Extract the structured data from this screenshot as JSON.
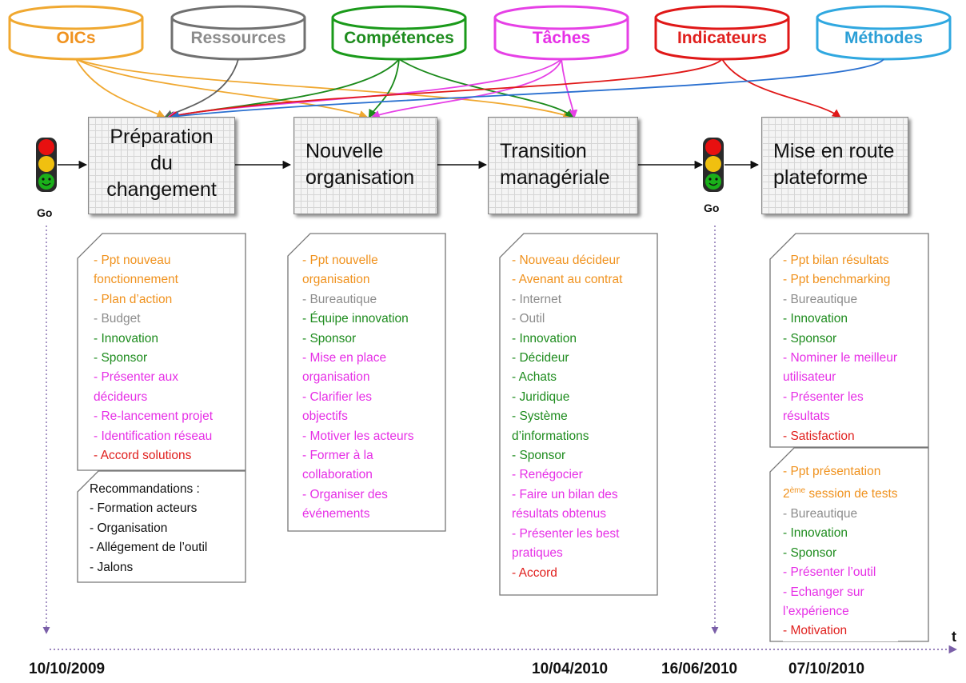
{
  "colors": {
    "orange": "#f0921e",
    "gray": "#8c8c8c",
    "green": "#1e8c1e",
    "magenta": "#e62fe6",
    "red": "#e0201e",
    "blue": "#2b9fd6",
    "black": "#111111"
  },
  "sources": [
    {
      "label": "OICs",
      "color": "#f0a830"
    },
    {
      "label": "Ressources",
      "color": "#707070"
    },
    {
      "label": "Compétences",
      "color": "#1a9a1a"
    },
    {
      "label": "Tâches",
      "color": "#e640e6"
    },
    {
      "label": "Indicateurs",
      "color": "#e01818"
    },
    {
      "label": "Méthodes",
      "color": "#30a8e0"
    }
  ],
  "phases": [
    {
      "lines": [
        "Préparation",
        "du",
        "changement"
      ],
      "align": "center"
    },
    {
      "lines": [
        "Nouvelle",
        "organisation"
      ],
      "align": "left"
    },
    {
      "lines": [
        "Transition",
        "managériale"
      ],
      "align": "left"
    },
    {
      "lines": [
        "Mise en route",
        "plateforme"
      ],
      "align": "left"
    }
  ],
  "go_labels": [
    "Go",
    "Go"
  ],
  "cards": [
    {
      "lines": [
        {
          "t": "- Ppt nouveau",
          "c": "orange"
        },
        {
          "t": "fonctionnement",
          "c": "orange"
        },
        {
          "t": "- Plan d’action",
          "c": "orange"
        },
        {
          "t": "- Budget",
          "c": "gray"
        },
        {
          "t": "- Innovation",
          "c": "green"
        },
        {
          "t": "- Sponsor",
          "c": "green"
        },
        {
          "t": "- Présenter aux",
          "c": "magenta"
        },
        {
          "t": "décideurs",
          "c": "magenta"
        },
        {
          "t": "- Re-lancement projet",
          "c": "magenta"
        },
        {
          "t": "- Identification réseau",
          "c": "magenta"
        },
        {
          "t": "- Accord solutions",
          "c": "red"
        }
      ]
    },
    {
      "lines": [
        {
          "t": "Recommandations :",
          "c": "black"
        },
        {
          "t": "- Formation acteurs",
          "c": "black"
        },
        {
          "t": "- Organisation",
          "c": "black"
        },
        {
          "t": "- Allégement de l’outil",
          "c": "black"
        },
        {
          "t": "- Jalons",
          "c": "black"
        }
      ]
    },
    {
      "lines": [
        {
          "t": "- Ppt nouvelle",
          "c": "orange"
        },
        {
          "t": "organisation",
          "c": "orange"
        },
        {
          "t": "- Bureautique",
          "c": "gray"
        },
        {
          "t": "- Équipe innovation",
          "c": "green"
        },
        {
          "t": "- Sponsor",
          "c": "green"
        },
        {
          "t": "- Mise en place",
          "c": "magenta"
        },
        {
          "t": "organisation",
          "c": "magenta"
        },
        {
          "t": "- Clarifier les",
          "c": "magenta"
        },
        {
          "t": "objectifs",
          "c": "magenta"
        },
        {
          "t": "- Motiver les acteurs",
          "c": "magenta"
        },
        {
          "t": "- Former à la",
          "c": "magenta"
        },
        {
          "t": "collaboration",
          "c": "magenta"
        },
        {
          "t": "- Organiser des",
          "c": "magenta"
        },
        {
          "t": "événements",
          "c": "magenta"
        }
      ]
    },
    {
      "lines": [
        {
          "t": "- Nouveau décideur",
          "c": "orange"
        },
        {
          "t": "- Avenant au contrat",
          "c": "orange"
        },
        {
          "t": "- Internet",
          "c": "gray"
        },
        {
          "t": "- Outil",
          "c": "gray"
        },
        {
          "t": "- Innovation",
          "c": "green"
        },
        {
          "t": "- Décideur",
          "c": "green"
        },
        {
          "t": "-  Achats",
          "c": "green"
        },
        {
          "t": "- Juridique",
          "c": "green"
        },
        {
          "t": "- Système",
          "c": "green"
        },
        {
          "t": "d’informations",
          "c": "green"
        },
        {
          "t": "- Sponsor",
          "c": "green"
        },
        {
          "t": "- Renégocier",
          "c": "magenta"
        },
        {
          "t": "- Faire un bilan des",
          "c": "magenta"
        },
        {
          "t": "résultats obtenus",
          "c": "magenta"
        },
        {
          "t": "- Présenter les best",
          "c": "magenta"
        },
        {
          "t": "pratiques",
          "c": "magenta"
        },
        {
          "t": "- Accord",
          "c": "red"
        }
      ]
    },
    {
      "lines": [
        {
          "t": "- Ppt bilan résultats",
          "c": "orange"
        },
        {
          "t": "- Ppt benchmarking",
          "c": "orange"
        },
        {
          "t": "- Bureautique",
          "c": "gray"
        },
        {
          "t": "- Innovation",
          "c": "green"
        },
        {
          "t": "- Sponsor",
          "c": "green"
        },
        {
          "t": "- Nominer le meilleur",
          "c": "magenta"
        },
        {
          "t": "utilisateur",
          "c": "magenta"
        },
        {
          "t": "- Présenter les",
          "c": "magenta"
        },
        {
          "t": "résultats",
          "c": "magenta"
        },
        {
          "t": "- Satisfaction",
          "c": "red"
        }
      ]
    },
    {
      "lines": [
        {
          "t": "- Ppt présentation",
          "c": "orange"
        },
        {
          "t": "2ème session de tests",
          "c": "orange",
          "sup": "ème"
        },
        {
          "t": "- Bureautique",
          "c": "gray"
        },
        {
          "t": "- Innovation",
          "c": "green"
        },
        {
          "t": "- Sponsor",
          "c": "green"
        },
        {
          "t": "- Présenter l’outil",
          "c": "magenta"
        },
        {
          "t": "- Echanger sur",
          "c": "magenta"
        },
        {
          "t": "l’expérience",
          "c": "magenta"
        },
        {
          "t": "- Motivation",
          "c": "red"
        }
      ]
    }
  ],
  "timeline": {
    "axis_label": "t",
    "dates": [
      "10/10/2009",
      "10/04/2010",
      "16/06/2010",
      "07/10/2010"
    ]
  }
}
